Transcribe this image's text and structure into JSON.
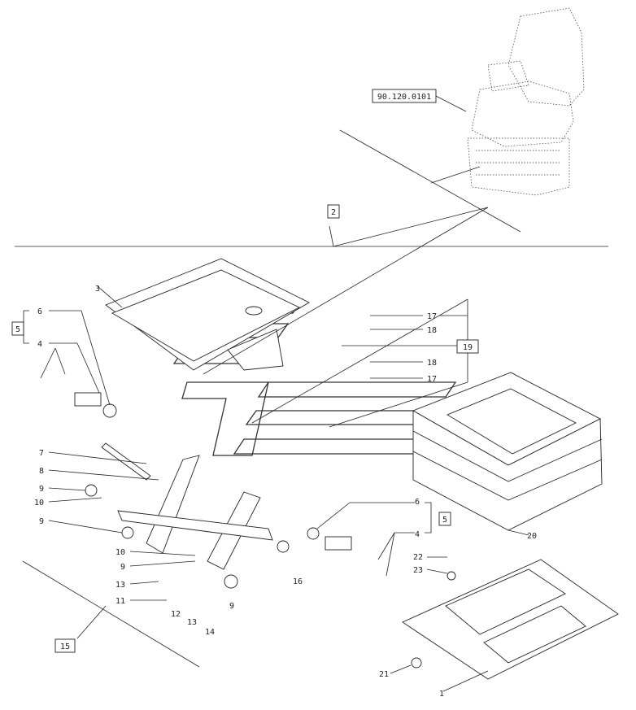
{
  "reference": {
    "code": "90.120.0101"
  },
  "callouts": {
    "ref2": "2",
    "ref5a": "5",
    "ref5b": "5",
    "ref15": "15",
    "ref19": "19"
  },
  "labels": {
    "n1": "1",
    "n3": "3",
    "n4a": "4",
    "n4b": "4",
    "n6a": "6",
    "n6b": "6",
    "n7": "7",
    "n8": "8",
    "n9a": "9",
    "n9b": "9",
    "n9c": "9",
    "n9d": "9",
    "n10a": "10",
    "n10b": "10",
    "n11": "11",
    "n12": "12",
    "n13a": "13",
    "n13b": "13",
    "n14": "14",
    "n16": "16",
    "n17a": "17",
    "n17b": "17",
    "n18a": "18",
    "n18b": "18",
    "n20": "20",
    "n21": "21",
    "n22": "22",
    "n23": "23"
  }
}
